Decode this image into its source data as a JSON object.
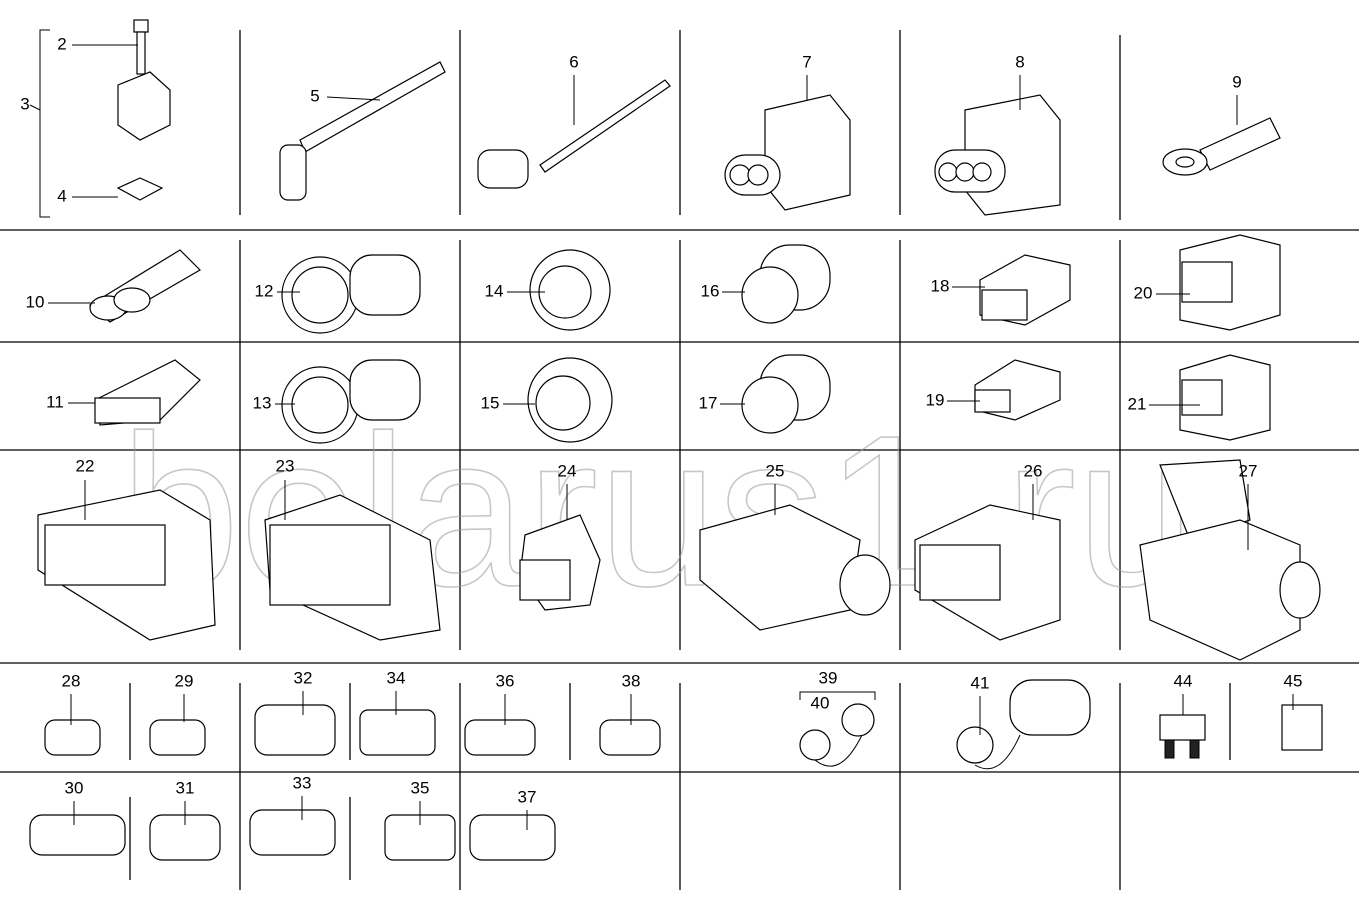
{
  "title": "Electrical connectors parts diagram",
  "watermark": "belarus1.ru",
  "labels": {
    "n2": "2",
    "n3": "3",
    "n4": "4",
    "n5": "5",
    "n6": "6",
    "n7": "7",
    "n8": "8",
    "n9": "9",
    "n10": "10",
    "n11": "11",
    "n12": "12",
    "n13": "13",
    "n14": "14",
    "n15": "15",
    "n16": "16",
    "n17": "17",
    "n18": "18",
    "n19": "19",
    "n20": "20",
    "n21": "21",
    "n22": "22",
    "n23": "23",
    "n24": "24",
    "n25": "25",
    "n26": "26",
    "n27": "27",
    "n28": "28",
    "n29": "29",
    "n30": "30",
    "n31": "31",
    "n32": "32",
    "n33": "33",
    "n34": "34",
    "n35": "35",
    "n36": "36",
    "n37": "37",
    "n38": "38",
    "n39": "39",
    "n40": "40",
    "n41": "41",
    "n44": "44",
    "n45": "45"
  }
}
